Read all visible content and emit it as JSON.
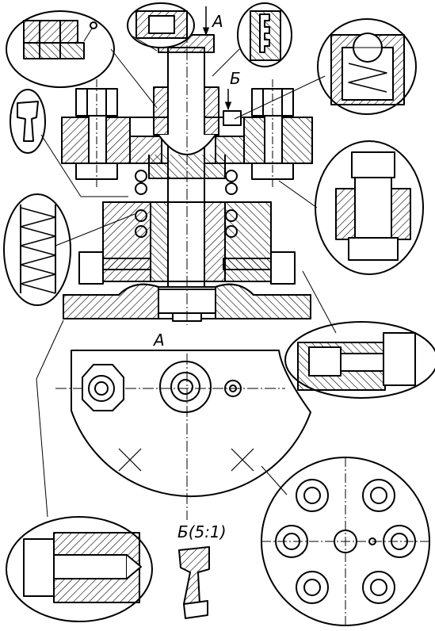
{
  "labels": {
    "view_a_arrow": "A",
    "section_b_arrow": "Б",
    "view_a_title": "A",
    "detail_b_title": "Б(5:1)"
  }
}
